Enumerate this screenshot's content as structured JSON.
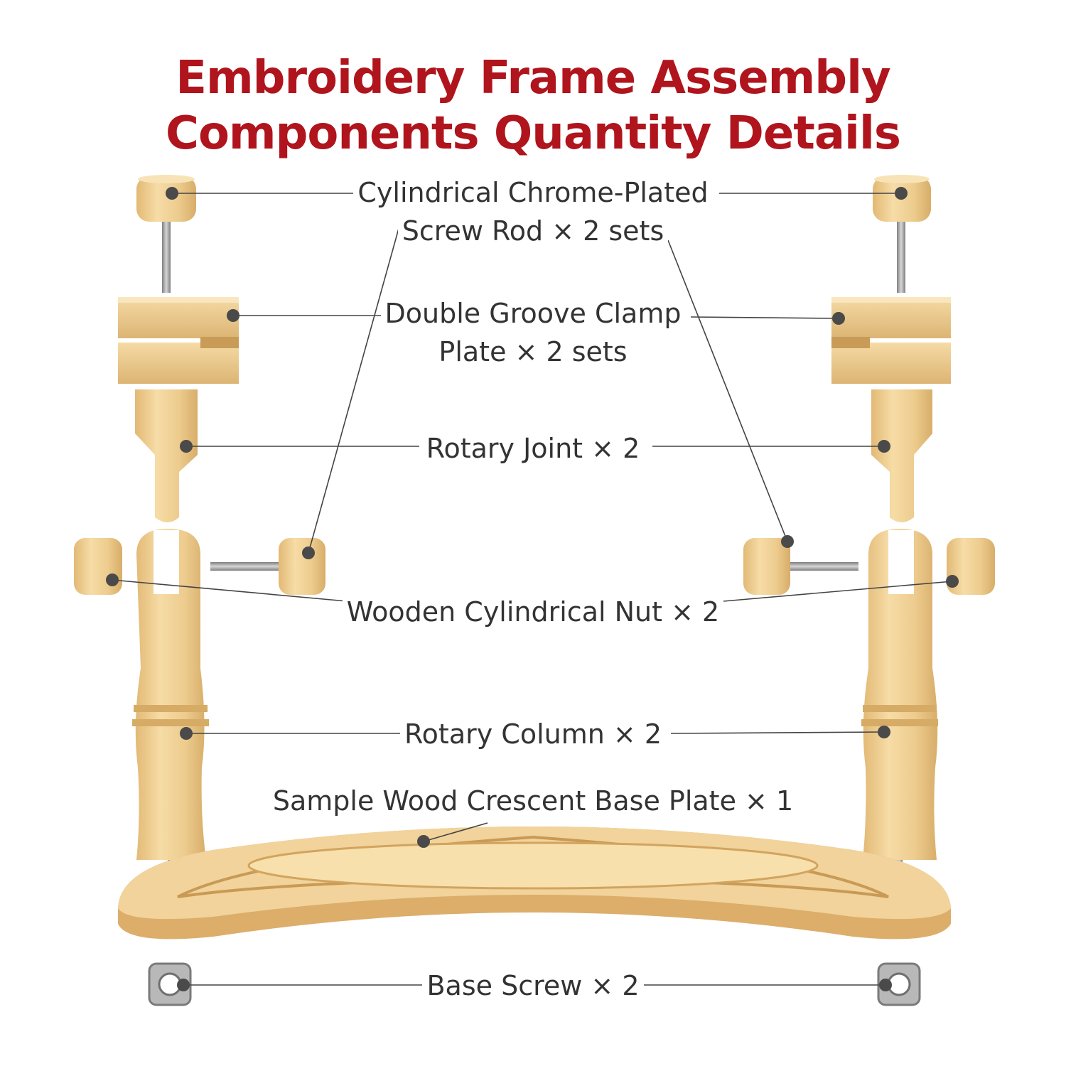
{
  "title": {
    "line1": "Embroidery Frame Assembly",
    "line2": "Components Quantity Details"
  },
  "colors": {
    "title": "#b0141c",
    "label_text": "#333333",
    "wood": "#eccb8d",
    "wood_dark": "#d8ae6a",
    "metal": "#9a9a9a",
    "dot": "#4a4a4a",
    "leader": "#444444"
  },
  "labels": {
    "screw_rod_1": "Cylindrical Chrome-Plated",
    "screw_rod_2": "Screw Rod × 2 sets",
    "clamp_1": "Double Groove Clamp",
    "clamp_2": "Plate × 2 sets",
    "rotary_joint": "Rotary Joint × 2",
    "nut": "Wooden Cylindrical Nut × 2",
    "column": "Rotary Column × 2",
    "base_plate": "Sample Wood Crescent Base Plate × 1",
    "base_screw": "Base Screw × 2"
  }
}
